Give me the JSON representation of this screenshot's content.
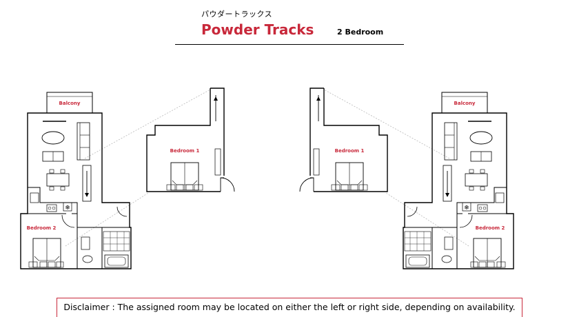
{
  "header": {
    "japanese_name": "パウダートラックス",
    "title": "Powder Tracks",
    "subtitle": "2 Bedroom"
  },
  "plans": {
    "balcony": "Balcony",
    "bedroom1": "Bedroom 1",
    "bedroom2": "Bedroom 2"
  },
  "colors": {
    "accent": "#c8283a",
    "line": "#000000"
  },
  "disclaimer": "Disclaimer : The assigned room may be located on either the left or right side, depending on availability."
}
